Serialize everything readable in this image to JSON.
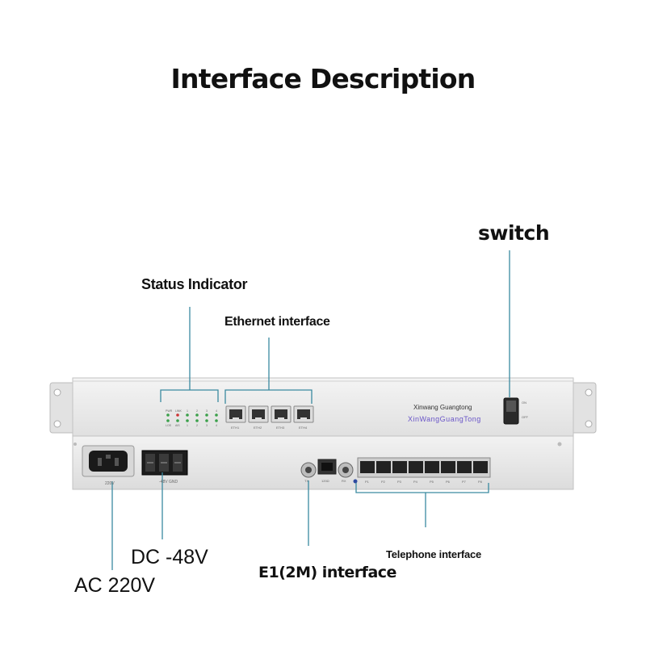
{
  "title": "Interface Description",
  "labels": {
    "switch": "switch",
    "status_indicator": "Status Indicator",
    "ethernet_interface": "Ethernet interface",
    "telephone_interface": "Telephone interface",
    "e1_interface": "E1(2M) interface",
    "dc": "DC -48V",
    "ac": "AC 220V"
  },
  "device": {
    "brand_en": "Xinwang Guangtong",
    "brand_cn": "XinWangGuangTong",
    "led_labels_top": [
      "PWR",
      "LINK",
      "1",
      "2",
      "3",
      "4"
    ],
    "led_labels_bottom": [
      "LOS",
      "AIS",
      "1",
      "2",
      "3",
      "4"
    ],
    "eth_ports": [
      "ETH1",
      "ETH2",
      "ETH3",
      "ETH4"
    ],
    "phone_ports": [
      "P1",
      "P2",
      "P3",
      "P4",
      "P5",
      "P6",
      "P7",
      "P8"
    ],
    "switch_on": "ON",
    "switch_off": "OFF",
    "e1_port_labels": [
      "TX",
      "120Ω",
      "RX"
    ],
    "power_label": "220V",
    "dc_label": "-48V GND"
  },
  "colors": {
    "callout_line": "#3a8aa0",
    "led_green": "#3aa04a",
    "led_red": "#cc3333",
    "chassis": "#ececec"
  }
}
